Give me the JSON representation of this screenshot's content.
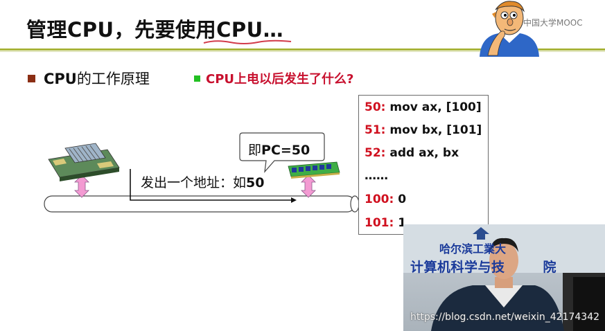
{
  "slide": {
    "title": "管理CPU，先要使用CPU…",
    "watermark": "中国大学MOOC",
    "bullet_main": {
      "bold": "CPU",
      "rest": "的工作原理"
    },
    "bullet_sub": "CPU上电以后发生了什么?",
    "bubble": {
      "prefix": "即",
      "bold": "PC=50"
    },
    "arrow_label": {
      "prefix": "发出一个地址：如",
      "bold": "50"
    },
    "code": [
      {
        "addr": "50:",
        "instr": " mov ax, [100]"
      },
      {
        "addr": "51:",
        "instr": " mov bx, [101]"
      },
      {
        "addr": "52:",
        "instr": " add ax, bx"
      },
      {
        "addr": "",
        "instr": "……"
      },
      {
        "addr": "100:",
        "instr": " 0"
      },
      {
        "addr": "101:",
        "instr": " 1"
      }
    ]
  },
  "video": {
    "school": "哈尔滨工業大",
    "wall_text": "计算机科学与技",
    "wall_text_end": "院",
    "credit": "https://blog.csdn.net/weixin_42174342"
  },
  "colors": {
    "rule": "#a8b43a",
    "bullet_brown": "#8b2e14",
    "bullet_green": "#22c022",
    "question_red": "#c8102e",
    "addr_red": "#d0101f",
    "pink_arrow": "#f39ad2"
  }
}
